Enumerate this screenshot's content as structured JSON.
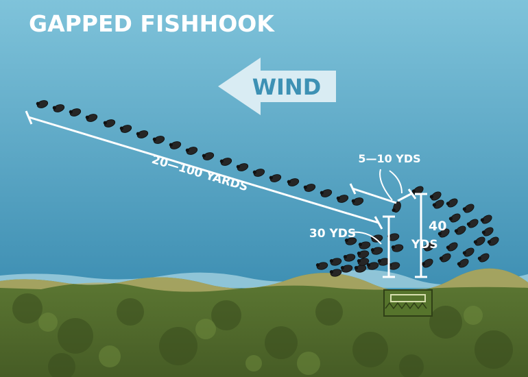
{
  "title": "GAPPED FISHHOOK",
  "wind": {
    "label": "WIND",
    "direction": "left"
  },
  "measurements": {
    "line_length": "20—100 YARDS",
    "gap": "5—10 YDS",
    "hook_depth": "30 YDS",
    "shore_offset_top": "40",
    "shore_offset_bottom": "YDS"
  },
  "colors": {
    "water_top": "#7fc3da",
    "water_bottom": "#3e8fb3",
    "shore": "#51682d",
    "text": "#ffffff",
    "decoy": "#262626",
    "blind": "#6c8a3a"
  },
  "icons": [
    "wind-arrow-icon",
    "decoy-icon",
    "blind-icon"
  ]
}
